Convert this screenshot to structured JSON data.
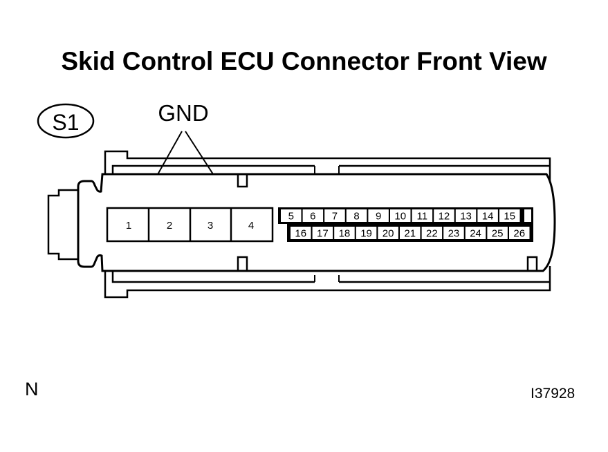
{
  "title": "Skid Control ECU Connector Front View",
  "connector_code": "S1",
  "callout_label": "GND",
  "callout_pins": [
    1,
    4
  ],
  "orientation_mark": "N",
  "figure_id": "I37928",
  "large_pins": [
    "1",
    "2",
    "3",
    "4"
  ],
  "small_pins_top": [
    "5",
    "6",
    "7",
    "8",
    "9",
    "10",
    "11",
    "12",
    "13",
    "14",
    "15"
  ],
  "small_pins_bottom": [
    "16",
    "17",
    "18",
    "19",
    "20",
    "21",
    "22",
    "23",
    "24",
    "25",
    "26"
  ]
}
